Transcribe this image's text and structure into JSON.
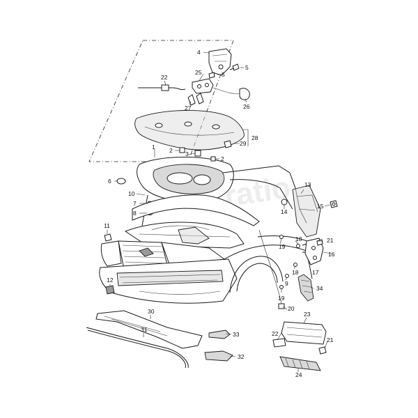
{
  "watermark": "Tratio",
  "callouts": {
    "c1": "1",
    "c2a": "2",
    "c2b": "2",
    "c3": "3",
    "c4": "4",
    "c5a": "5",
    "c5b": "5",
    "c6": "6",
    "c7": "7",
    "c8": "8",
    "c9": "9",
    "c10": "10",
    "c11": "11",
    "c12": "12",
    "c13": "13",
    "c14": "14",
    "c15": "15",
    "c16": "16",
    "c17": "17",
    "c18a": "18",
    "c18b": "18",
    "c19a": "19",
    "c19b": "19",
    "c20": "20",
    "c21a": "21",
    "c21b": "21",
    "c22a": "22",
    "c22b": "22",
    "c23": "23",
    "c24": "24",
    "c25": "25",
    "c26": "26",
    "c27": "27",
    "c28": "28",
    "c29": "29",
    "c30": "30",
    "c31": "31",
    "c32": "32",
    "c33": "33",
    "c34": "34"
  }
}
